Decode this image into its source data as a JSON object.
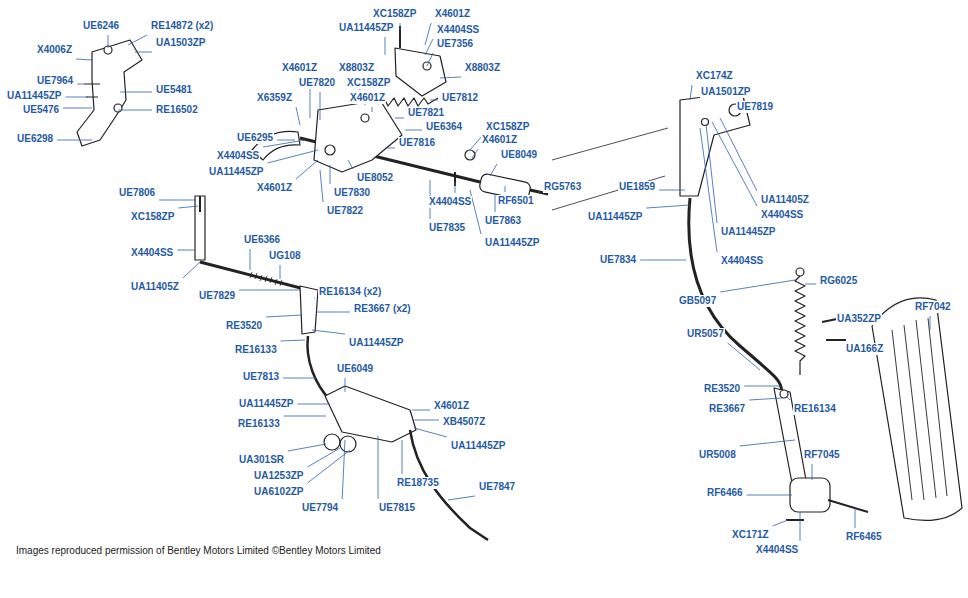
{
  "diagram": {
    "caption": "Images reproduced permission of Bentley Motors Limited ©Bentley Motors Limited",
    "labels": [
      "UE6246",
      "RE14872 (x2)",
      "X4006Z",
      "UA1503ZP",
      "UE7964",
      "UE5481",
      "UA11445ZP",
      "UE5476",
      "RE16502",
      "UE6298",
      "UE6295",
      "XC158ZP",
      "X4601Z",
      "UA11445ZP",
      "X4404SS",
      "UE7356",
      "X4601Z",
      "X8803Z",
      "X8803Z",
      "UE7820",
      "XC158ZP",
      "X6359Z",
      "X4601Z",
      "UE7812",
      "UE7821",
      "UE6364",
      "XC158ZP",
      "X4601Z",
      "UE7816",
      "X4404SS",
      "UE8049",
      "UA11445ZP",
      "UE8052",
      "X4601Z",
      "UE7830",
      "RG5763",
      "X4404SS",
      "RF6501",
      "UE7822",
      "UE7863",
      "UE7835",
      "UA11445ZP",
      "XC174Z",
      "UA1501ZP",
      "UE7819",
      "UE1859",
      "UA11405Z",
      "X4404SS",
      "UA11445ZP",
      "UA11445ZP",
      "UE7834",
      "X4404SS",
      "UE7806",
      "XC158ZP",
      "X4404SS",
      "UE6366",
      "UG108",
      "UA11405Z",
      "RE16134 (x2)",
      "UE7829",
      "RE3667 (x2)",
      "RE3520",
      "UA11445ZP",
      "RE16133",
      "UE6049",
      "UE7813",
      "UA11445ZP",
      "X4601Z",
      "RE16133",
      "XB4507Z",
      "UA11445ZP",
      "UA301SR",
      "UA1253ZP",
      "RE18735",
      "UE7847",
      "UA6102ZP",
      "UE7794",
      "UE7815",
      "RG6025",
      "GB5097",
      "RF7042",
      "UA352ZP",
      "UR5057",
      "UA166Z",
      "RE3520",
      "RE3667",
      "RE16134",
      "UR5008",
      "RF7045",
      "RF6466",
      "XC171Z",
      "RF6465",
      "X4404SS"
    ]
  }
}
